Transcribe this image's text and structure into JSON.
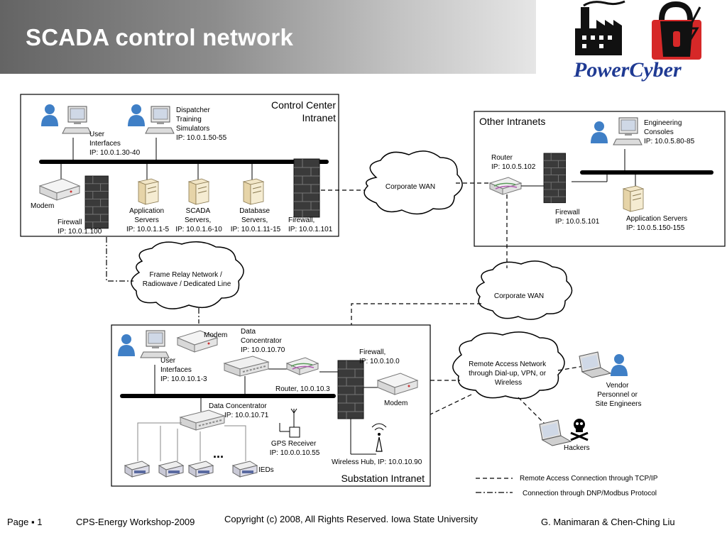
{
  "slide": {
    "title": "SCADA control network",
    "logo_text": "PowerCyber"
  },
  "control_center": {
    "title_line1": "Control Center",
    "title_line2": "Intranet",
    "dispatcher": [
      "Dispatcher",
      "Training",
      "Simulators",
      "IP: 10.0.1.50-55"
    ],
    "user_interfaces": [
      "User",
      "Interfaces",
      "IP: 10.0.1.30-40"
    ],
    "modem": "Modem",
    "firewall_left": [
      "Firewall",
      "IP: 10.0.1.100"
    ],
    "app_servers": [
      "Application",
      "Servers",
      "IP: 10.0.1.1-5"
    ],
    "scada_servers": [
      "SCADA",
      "Servers,",
      "IP: 10.0.1.6-10"
    ],
    "db_servers": [
      "Database",
      "Servers,",
      "IP: 10.0.1.11-15"
    ],
    "firewall_right": [
      "Firewall,",
      "IP: 10.0.1.101"
    ]
  },
  "other_intranets": {
    "title": "Other Intranets",
    "router": [
      "Router",
      "IP: 10.0.5.102"
    ],
    "eng_consoles": [
      "Engineering",
      "Consoles",
      "IP: 10.0.5.80-85"
    ],
    "firewall": [
      "Firewall",
      "IP: 10.0.5.101"
    ],
    "app_servers": [
      "Application Servers",
      "IP: 10.0.5.150-155"
    ]
  },
  "clouds": {
    "wan_top": "Corporate WAN",
    "frame_relay": [
      "Frame Relay Network /",
      "Radiowave / Dedicated Line"
    ],
    "wan_right": "Corporate WAN",
    "remote_access": [
      "Remote Access Network",
      "through Dial-up, VPN, or",
      "Wireless"
    ]
  },
  "substation": {
    "title": "Substation Intranet",
    "modem_top": "Modem",
    "data_concentrator_top": [
      "Data",
      "Concentrator",
      "IP: 10.0.10.70"
    ],
    "user_interfaces": [
      "User",
      "Interfaces",
      "IP: 10.0.10.1-3"
    ],
    "router": "Router, 10.0.10.3",
    "firewall": [
      "Firewall,",
      "IP: 10.0.10.0"
    ],
    "modem_right": "Modem",
    "data_concentrator2": [
      "Data Concentrator",
      "IP: 10.0.10.71"
    ],
    "gps": [
      "GPS Receiver",
      "IP: 10.0.0.10.55"
    ],
    "ieds": "IEDs",
    "ellipsis": "...",
    "wireless_hub": "Wireless Hub, IP: 10.0.10.90"
  },
  "external": {
    "vendor": [
      "Vendor",
      "Personnel or",
      "Site Engineers"
    ],
    "hackers": "Hackers"
  },
  "legend": {
    "tcpip": "Remote Access Connection through TCP/IP",
    "dnp": "Connection through DNP/Modbus Protocol"
  },
  "footer": {
    "page": "Page ▪ 1",
    "workshop": "CPS-Energy Workshop-2009",
    "copyright": "Copyright (c) 2008, All Rights Reserved. Iowa State University",
    "authors": "G. Manimaran & Chen-Ching Liu"
  },
  "colors": {
    "accent_red": "#d62828",
    "logo_blue": "#1f3a93",
    "person_blue": "#3f7fc6",
    "header_gray": "#7a7a7a"
  }
}
